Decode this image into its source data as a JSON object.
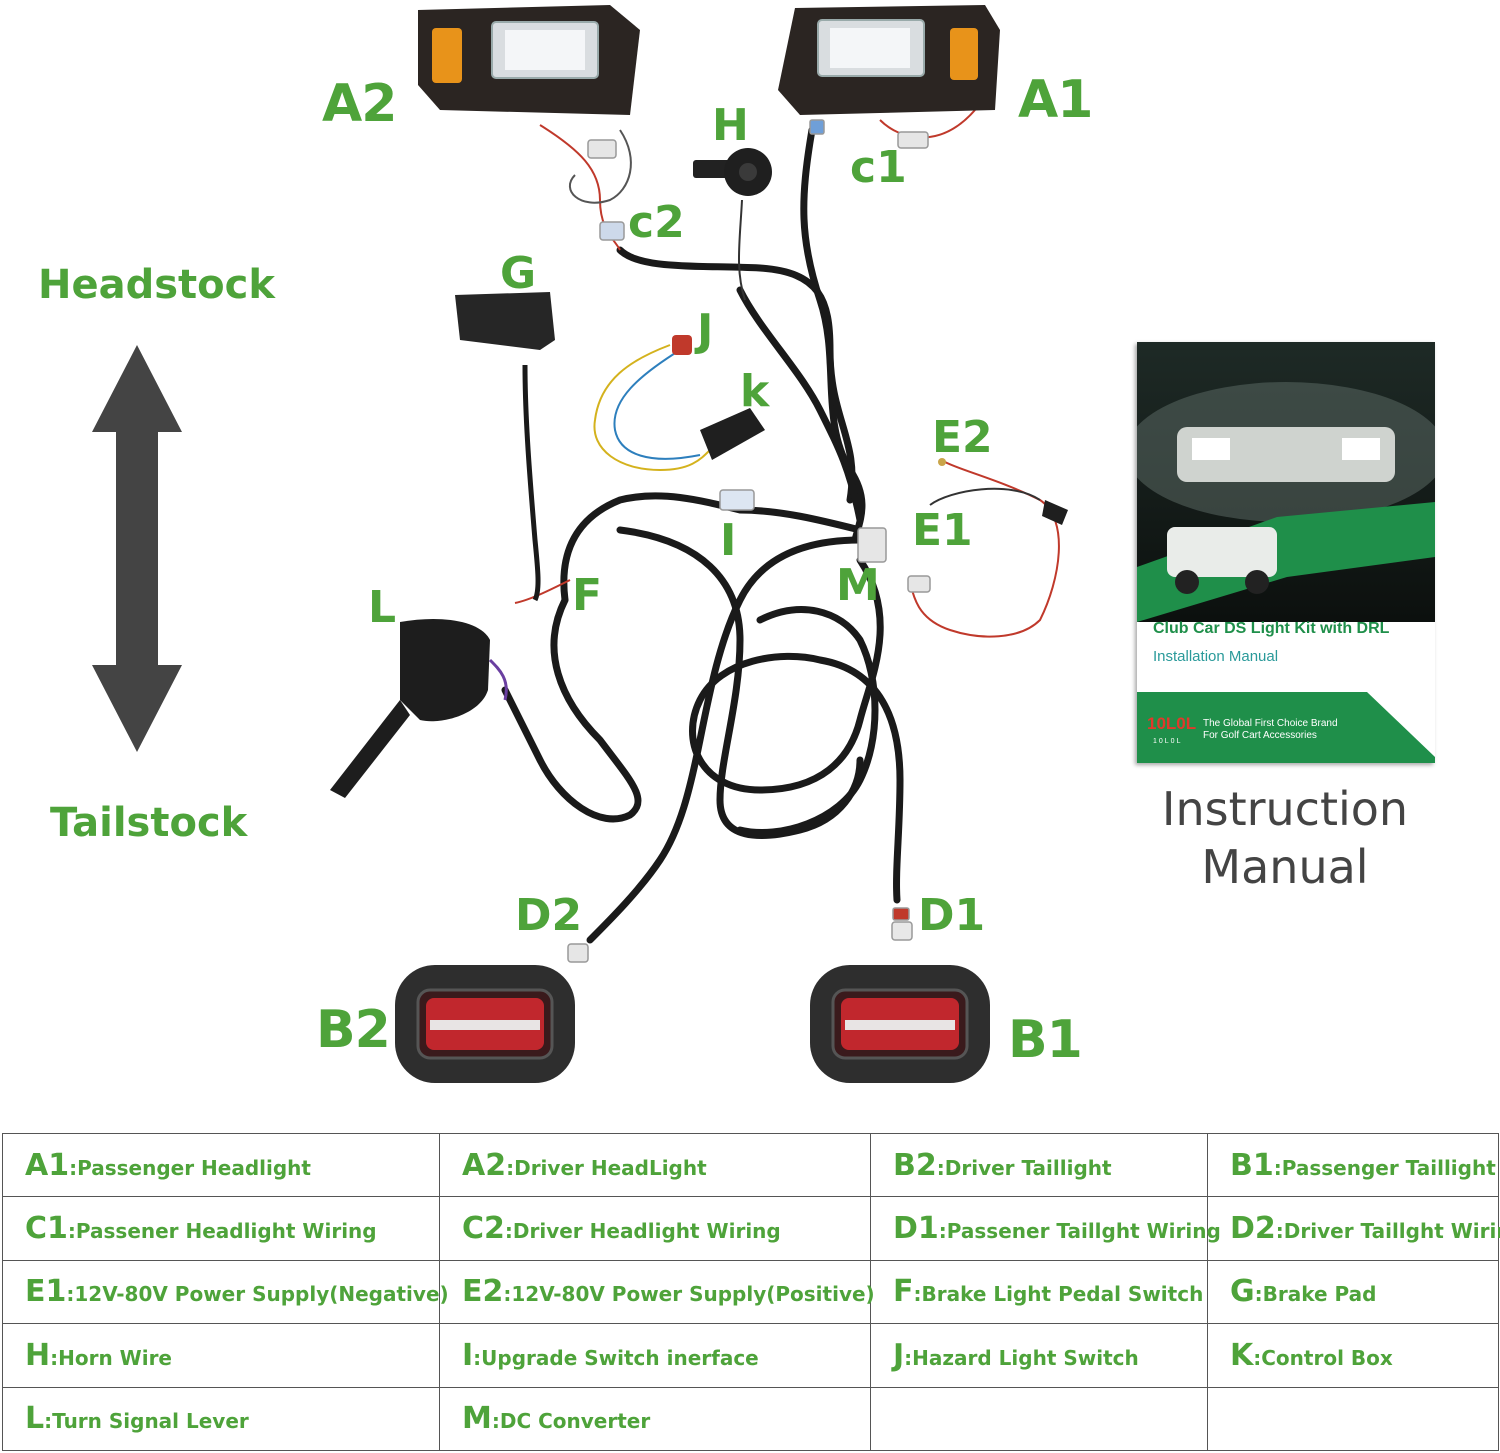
{
  "labels": {
    "a2": "A2",
    "a1": "A1",
    "h": "H",
    "c1": "c1",
    "c2": "c2",
    "g": "G",
    "j": "J",
    "k": "k",
    "e2": "E2",
    "e1": "E1",
    "i": "I",
    "f": "F",
    "m": "M",
    "l": "L",
    "d2": "D2",
    "d1": "D1",
    "b2": "B2",
    "b1": "B1"
  },
  "direction": {
    "top": "Headstock",
    "bottom": "Tailstock"
  },
  "manual": {
    "cover_title": "Club Car DS Light Kit with DRL",
    "cover_subtitle": "Installation Manual",
    "brand_logo": "10L0L",
    "brand_logo_sub": "10L0L",
    "brand_line1": "The Global First Choice Brand",
    "brand_line2": "For Golf Cart Accessories",
    "caption_line1": "Instruction",
    "caption_line2": "Manual"
  },
  "legend": [
    [
      {
        "code": "A1",
        "text": ":Passenger Headlight"
      },
      {
        "code": "A2",
        "text": ":Driver HeadLight"
      },
      {
        "code": "B2",
        "text": ":Driver Taillight"
      },
      {
        "code": "B1",
        "text": ":Passenger Taillight"
      }
    ],
    [
      {
        "code": "C1",
        "text": ":Passener Headlight Wiring"
      },
      {
        "code": "C2",
        "text": ":Driver Headlight Wiring"
      },
      {
        "code": "D1",
        "text": ":Passener Taillght Wiring"
      },
      {
        "code": "D2",
        "text": ":Driver Taillght Wiring"
      }
    ],
    [
      {
        "code": "E1",
        "text": ":12V-80V Power Supply(Negative)"
      },
      {
        "code": "E2",
        "text": ":12V-80V Power Supply(Positive)"
      },
      {
        "code": "F",
        "text": ":Brake Light Pedal Switch"
      },
      {
        "code": "G",
        "text": ":Brake Pad"
      }
    ],
    [
      {
        "code": "H",
        "text": ":Horn Wire"
      },
      {
        "code": "I",
        "text": ":Upgrade Switch inerface"
      },
      {
        "code": "J",
        "text": ":Hazard Light Switch"
      },
      {
        "code": "K",
        "text": ":Control Box"
      }
    ],
    [
      {
        "code": "L",
        "text": ":Turn Signal Lever"
      },
      {
        "code": "M",
        "text": ":DC Converter"
      },
      {
        "code": "",
        "text": ""
      },
      {
        "code": "",
        "text": ""
      }
    ]
  ],
  "colors": {
    "label_green": "#4ea33a",
    "arrow": "#444444",
    "harness": "#1a1a1a",
    "book_green": "#1f8f4a"
  }
}
